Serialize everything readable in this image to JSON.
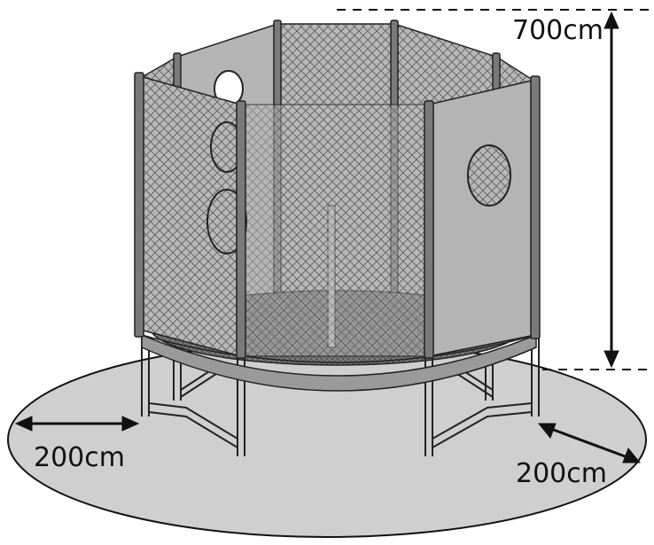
{
  "diagram": {
    "labels": {
      "height": "700cm",
      "clearance_left": "200cm",
      "clearance_right": "200cm"
    },
    "colors": {
      "ground": "#cfcfcf",
      "net_panel": "#b4b4b4",
      "net_mesh": "#6e6e6e",
      "pole": "#7a7a7a",
      "frame": "#8c8c8c",
      "pad": "#9a9a9a",
      "mat": "#555555",
      "outline": "#111111",
      "hole": "#ffffff"
    }
  }
}
